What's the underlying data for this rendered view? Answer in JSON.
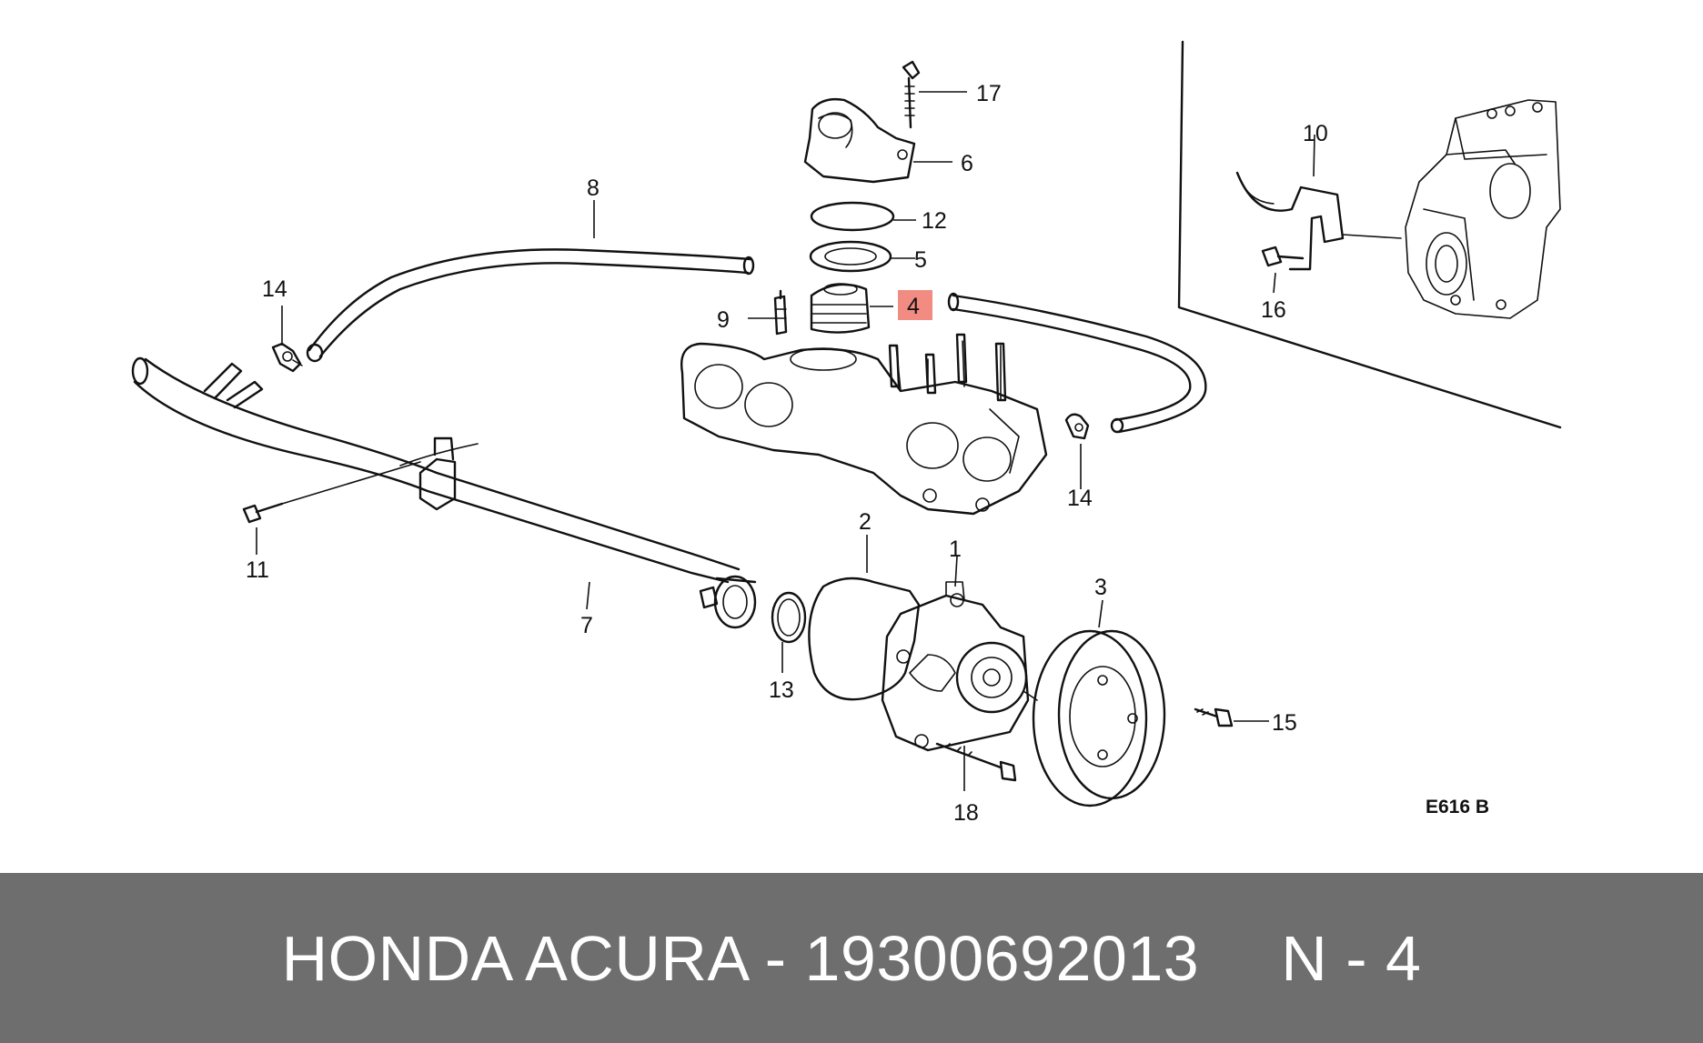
{
  "diagram": {
    "drawing_code": "E616 B",
    "highlighted_part": "4",
    "highlight_color": "#f28b82",
    "part_labels": {
      "p1": "1",
      "p2": "2",
      "p3": "3",
      "p4": "4",
      "p5": "5",
      "p6": "6",
      "p7": "7",
      "p8": "8",
      "p9": "9",
      "p10": "10",
      "p11": "11",
      "p12": "12",
      "p13": "13",
      "p14a": "14",
      "p14b": "14",
      "p15": "15",
      "p16": "16",
      "p17": "17",
      "p18": "18"
    }
  },
  "footer": {
    "brand": "HONDA ACURA - 19300692013",
    "position": "N - 4",
    "background": "#6e6e6e"
  }
}
